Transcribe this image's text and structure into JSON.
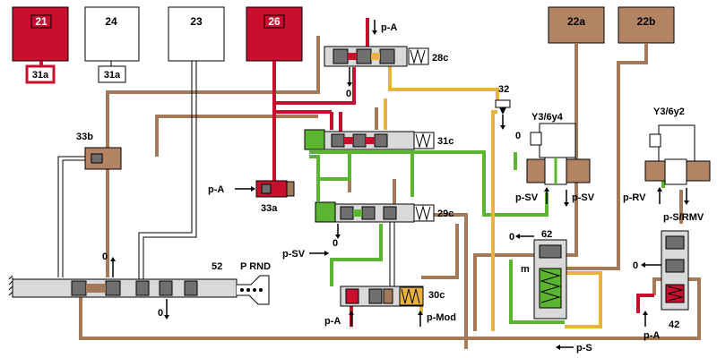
{
  "colors": {
    "red": "#c8102e",
    "brown": "#a4795a",
    "green": "#5cb531",
    "yellow": "#e9b23b",
    "gray": "#bcbcbc",
    "black": "#000000",
    "white": "#ffffff",
    "box_brown": "#b38464"
  },
  "boxes": {
    "b21": "21",
    "b24": "24",
    "b23": "23",
    "b26": "26",
    "b22a": "22a",
    "b22b": "22b",
    "b31a_red": "31a",
    "b31a_white": "31a"
  },
  "labels": {
    "pA_top": "p-A",
    "v28c": "28c",
    "zero_28c": "0",
    "v32": "32",
    "zero_32": "0",
    "y364": "Y3/6y4",
    "y362": "Y3/6y2",
    "v33b": "33b",
    "v31c": "31c",
    "pA_33a": "p-A",
    "v33a": "33a",
    "v29c": "29c",
    "zero_29c": "0",
    "pSV_29c": "p-SV",
    "pSV_y4_left": "p-SV",
    "pSV_y4_right": "p-SV",
    "pRV": "p-RV",
    "pS_RMV": "p-S/RMV",
    "v62": "62",
    "zero_62": "0",
    "m": "m",
    "zero_42": "0",
    "v42": "42",
    "pA_42": "p-A",
    "v30c": "30c",
    "pA_30c": "p-A",
    "pMod": "p-Mod",
    "pS_bottom": "p-S",
    "v52": "52",
    "prnd": "P RND",
    "zero_main_up": "0",
    "zero_main_down": "0"
  }
}
